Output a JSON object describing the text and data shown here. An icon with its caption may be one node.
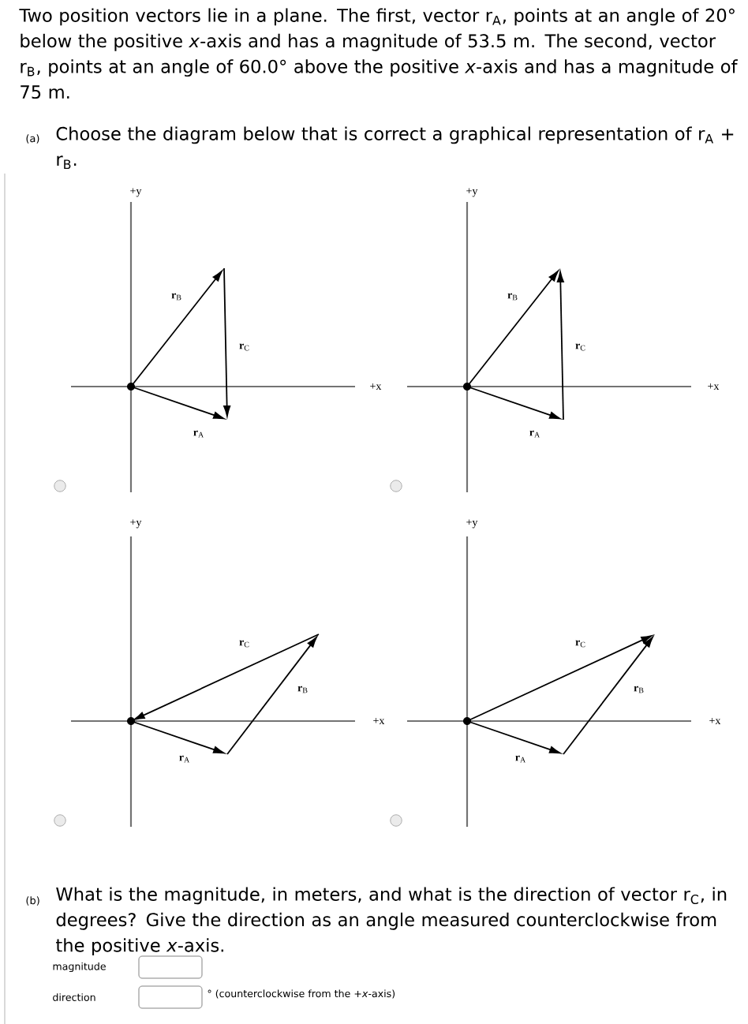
{
  "diagram": {
    "labels": [
      "Two position vectors lie in a plane. The first, vector r$_{A}$, points at an angle of 20° below the positive *x*-axis and has a magnitude of 53.5 m. The second, vector r$_{B}$, points at an angle of 60.0° above the positive *x*-axis and has a magnitude of 75 m.",
      "(a)",
      "Choose the diagram below that is correct a graphical representation of r$_{A}$ + r$_{B}$.",
      "+y",
      "**r**$_{B}$",
      "**r**$_{C}$",
      "+x",
      "**r**$_{A}$",
      "+y",
      "**r**$_{B}$",
      "**r**$_{C}$",
      "+x",
      "**r**$_{A}$",
      "+y",
      "**r**$_{C}$",
      "**r**$_{B}$",
      "+x",
      "**r**$_{A}$",
      "+y",
      "**r**$_{C}$",
      "**r**$_{B}$",
      "+x",
      "**r**$_{A}$",
      "(b)",
      "What is the magnitude, in meters, and what is the direction of vector r$_{C}$, in degrees? Give the direction as an angle measured counterclockwise from the positive *x*-axis.",
      "magnitude",
      "direction",
      "° (counterclockwise from the +*x*-axis)"
    ]
  }
}
